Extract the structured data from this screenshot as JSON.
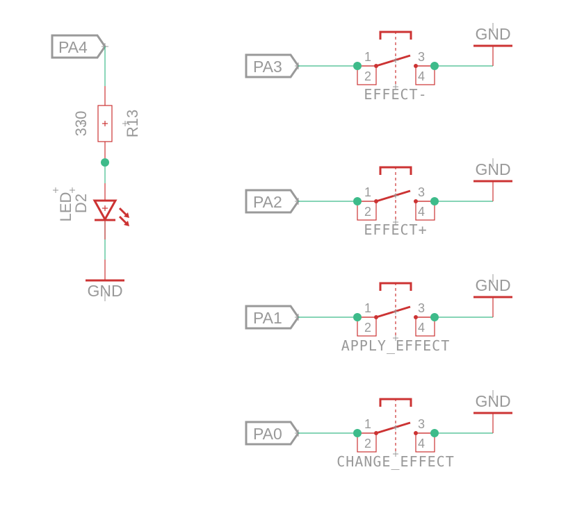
{
  "colors": {
    "wire": "#3dbb8a",
    "symbol": "#cc3333",
    "text": "#999999",
    "background": "#ffffff"
  },
  "led_circuit": {
    "port": "PA4",
    "resistor_value": "330",
    "resistor_name": "R13",
    "led_value": "LED",
    "led_name": "D2",
    "ground": "GND"
  },
  "switches": [
    {
      "port": "PA3",
      "name": "EFFECT-",
      "ground": "GND",
      "pins": [
        "1",
        "2",
        "3",
        "4"
      ]
    },
    {
      "port": "PA2",
      "name": "EFFECT+",
      "ground": "GND",
      "pins": [
        "1",
        "2",
        "3",
        "4"
      ]
    },
    {
      "port": "PA1",
      "name": "APPLY_EFFECT",
      "ground": "GND",
      "pins": [
        "1",
        "2",
        "3",
        "4"
      ]
    },
    {
      "port": "PA0",
      "name": "CHANGE_EFFECT",
      "ground": "GND",
      "pins": [
        "1",
        "2",
        "3",
        "4"
      ]
    }
  ]
}
